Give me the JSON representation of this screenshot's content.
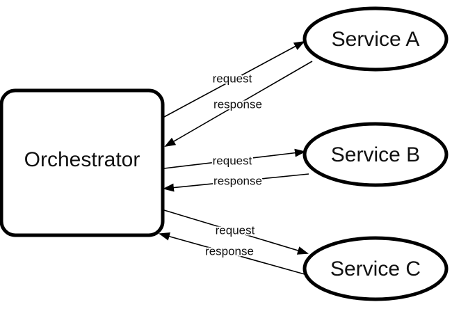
{
  "diagram": {
    "orchestrator": {
      "label": "Orchestrator"
    },
    "services": [
      {
        "label": "Service A"
      },
      {
        "label": "Service B"
      },
      {
        "label": "Service C"
      }
    ],
    "edges": [
      {
        "request_label": "request",
        "response_label": "response"
      },
      {
        "request_label": "request",
        "response_label": "response"
      },
      {
        "request_label": "request",
        "response_label": "response"
      }
    ]
  }
}
